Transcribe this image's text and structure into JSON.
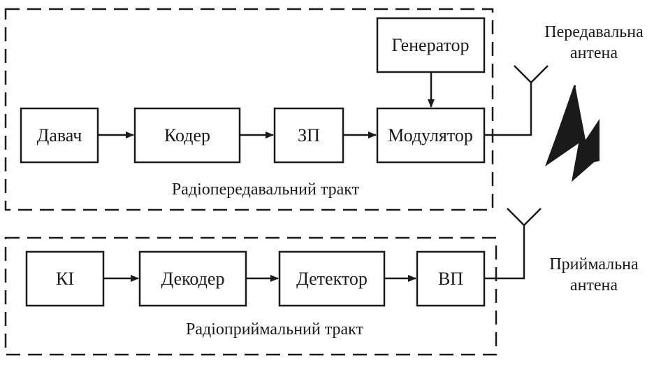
{
  "transmitter": {
    "caption": "Радіопередавальний тракт",
    "blocks": {
      "sensor": "Давач",
      "encoder": "Кодер",
      "zp": "ЗП",
      "modulator": "Модулятор",
      "generator": "Генератор"
    },
    "antenna_label": [
      "Передавальна",
      "антена"
    ]
  },
  "receiver": {
    "caption": "Радіоприймальний тракт",
    "blocks": {
      "ki": "КІ",
      "decoder": "Декодер",
      "detector": "Детектор",
      "vp": "ВП"
    },
    "antenna_label": [
      "Приймальна",
      "антена"
    ]
  },
  "colors": {
    "stroke": "#1a1a1a",
    "background": "#ffffff"
  },
  "icons": {
    "radio_link": "lightning-bolt-icon",
    "antenna": "antenna-icon"
  }
}
